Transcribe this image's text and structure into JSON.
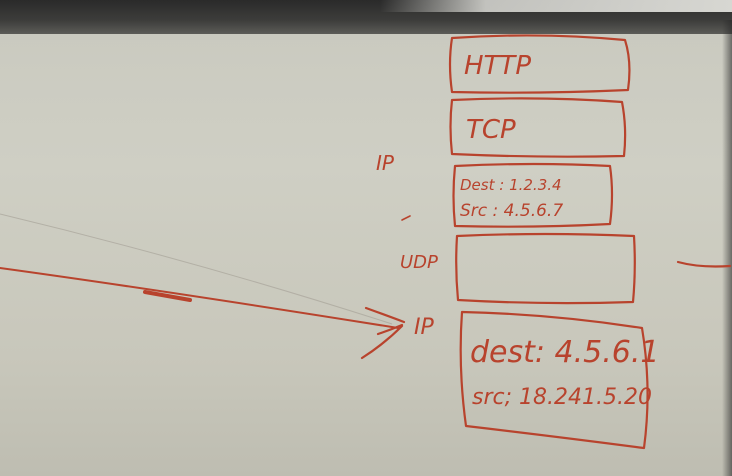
{
  "whiteboard": {
    "ink_color": "#b8432d",
    "layers": {
      "http": "HTTP",
      "tcp": "TCP",
      "ip_label_top": "IP",
      "udp_label": "UDP",
      "ip_label_bottom": "IP"
    },
    "inner_ip_header": {
      "dest": "Dest : 1.2.3.4",
      "src": "Src : 4.5.6.7"
    },
    "outer_ip_header": {
      "dest": "dest: 4.5.6.1",
      "src": "src; 18.241.5.20"
    }
  }
}
